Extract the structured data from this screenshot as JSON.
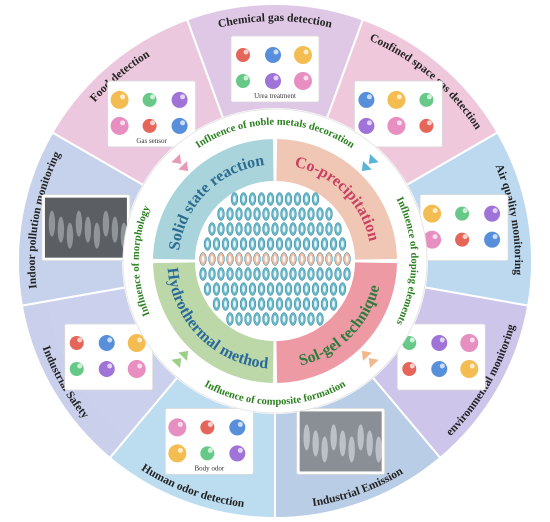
{
  "outer_ring": {
    "sectors": [
      {
        "label": "Chemical gas detection",
        "color": "#dfc8e6",
        "image_icon": "core-shell-particle-illustration",
        "image_caption": "Urea treatment"
      },
      {
        "label": "Confined space gas detection",
        "color": "#f0c8dc",
        "image_icon": "molecular-cluster-illustration",
        "image_caption": ""
      },
      {
        "label": "Air quality monitoring",
        "color": "#bcd9f0",
        "image_icon": "crystal-lattice-illustration",
        "image_caption": ""
      },
      {
        "label": "environmental monitoring",
        "color": "#cdc5ea",
        "image_icon": "nanocube-illustration",
        "image_caption": ""
      },
      {
        "label": "Industrial Emission",
        "color": "#b9cde6",
        "image_icon": "nanorod-micrograph",
        "image_caption": ""
      },
      {
        "label": "Human odor detection",
        "color": "#bcdcef",
        "image_icon": "body-odor-illustration",
        "image_caption": "Body odor"
      },
      {
        "label": "Industrial Safety",
        "color": "#cbd0ec",
        "image_icon": "robot-vehicle-illustration",
        "image_caption": ""
      },
      {
        "label": "Indoor pollution monitoring",
        "color": "#c6d2ec",
        "image_icon": "sem-micrograph",
        "image_caption": ""
      },
      {
        "label": "Food detection",
        "color": "#ecc8de",
        "image_icon": "food-sensing-illustration",
        "image_caption": "Gas sensor"
      }
    ]
  },
  "middle_ring": {
    "labels": [
      {
        "text": "Influence of noble metals decoration"
      },
      {
        "text": "Influence of doping elements"
      },
      {
        "text": "Influence of composite formation"
      },
      {
        "text": "Influence of morphology"
      }
    ]
  },
  "inner_quadrants": [
    {
      "label": "Solid state reaction",
      "color": "#a9d4dc",
      "text_color": "#2d6c8e"
    },
    {
      "label": "Co-precipitation",
      "color": "#f0c6b4",
      "text_color": "#c94060"
    },
    {
      "label": "Sol-gel technique",
      "color": "#ed9aa5",
      "text_color": "#2e7b3e"
    },
    {
      "label": "Hydrothermal method",
      "color": "#bcd8a8",
      "text_color": "#2a6a99"
    }
  ],
  "center": {
    "icon": "nanostructure-array-illustration"
  },
  "colors": {
    "ring_text": "#222222",
    "middle_text": "#2a7f1e"
  }
}
